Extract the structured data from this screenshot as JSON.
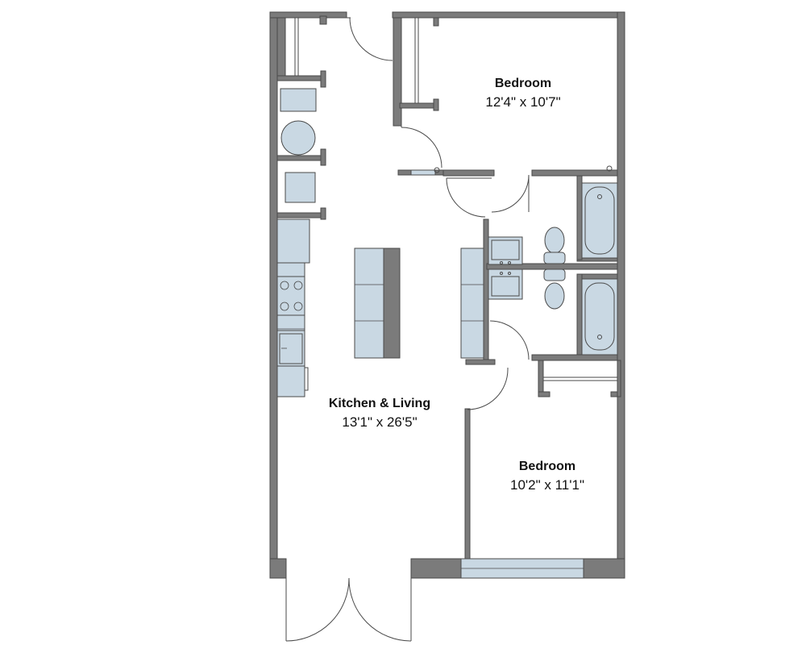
{
  "rooms": [
    {
      "name": "Bedroom",
      "size": "12'4\" x 10'7\""
    },
    {
      "name": "Kitchen & Living",
      "size": "13'1\" x 26'5\""
    },
    {
      "name": "Bedroom",
      "size": "10'2\" x 11'1\""
    }
  ],
  "colors": {
    "wall": "#7b7b7b",
    "fixture": "#c9d8e3",
    "outline": "#4a4a4a",
    "background": "#ffffff"
  },
  "icons": [
    "door-swing",
    "bathtub-icon",
    "toilet-icon",
    "sink-icon",
    "stove-icon",
    "washer-icon",
    "dryer-icon",
    "sofa-icon",
    "window-icon"
  ]
}
